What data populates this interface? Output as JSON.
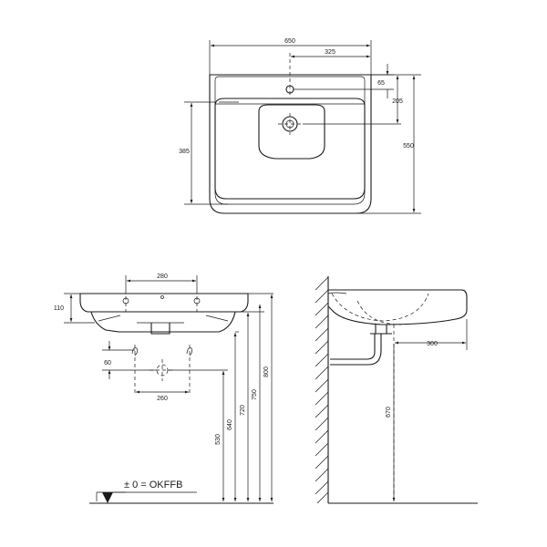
{
  "top_view": {
    "width": "650",
    "half_width": "325",
    "tap_hole_offset": "65",
    "drain_offset": "205",
    "depth": "550",
    "bowl_depth": "385"
  },
  "front_view": {
    "tap_spacing": "280",
    "rim_height": "110",
    "drain_height_offset": "60",
    "waste_spacing": "260",
    "floor_label": "± 0 = OKFFB",
    "h_530": "530",
    "h_640": "640",
    "h_720": "720",
    "h_750": "750",
    "h_800": "800"
  },
  "side_view": {
    "projection": "300",
    "height": "670"
  }
}
